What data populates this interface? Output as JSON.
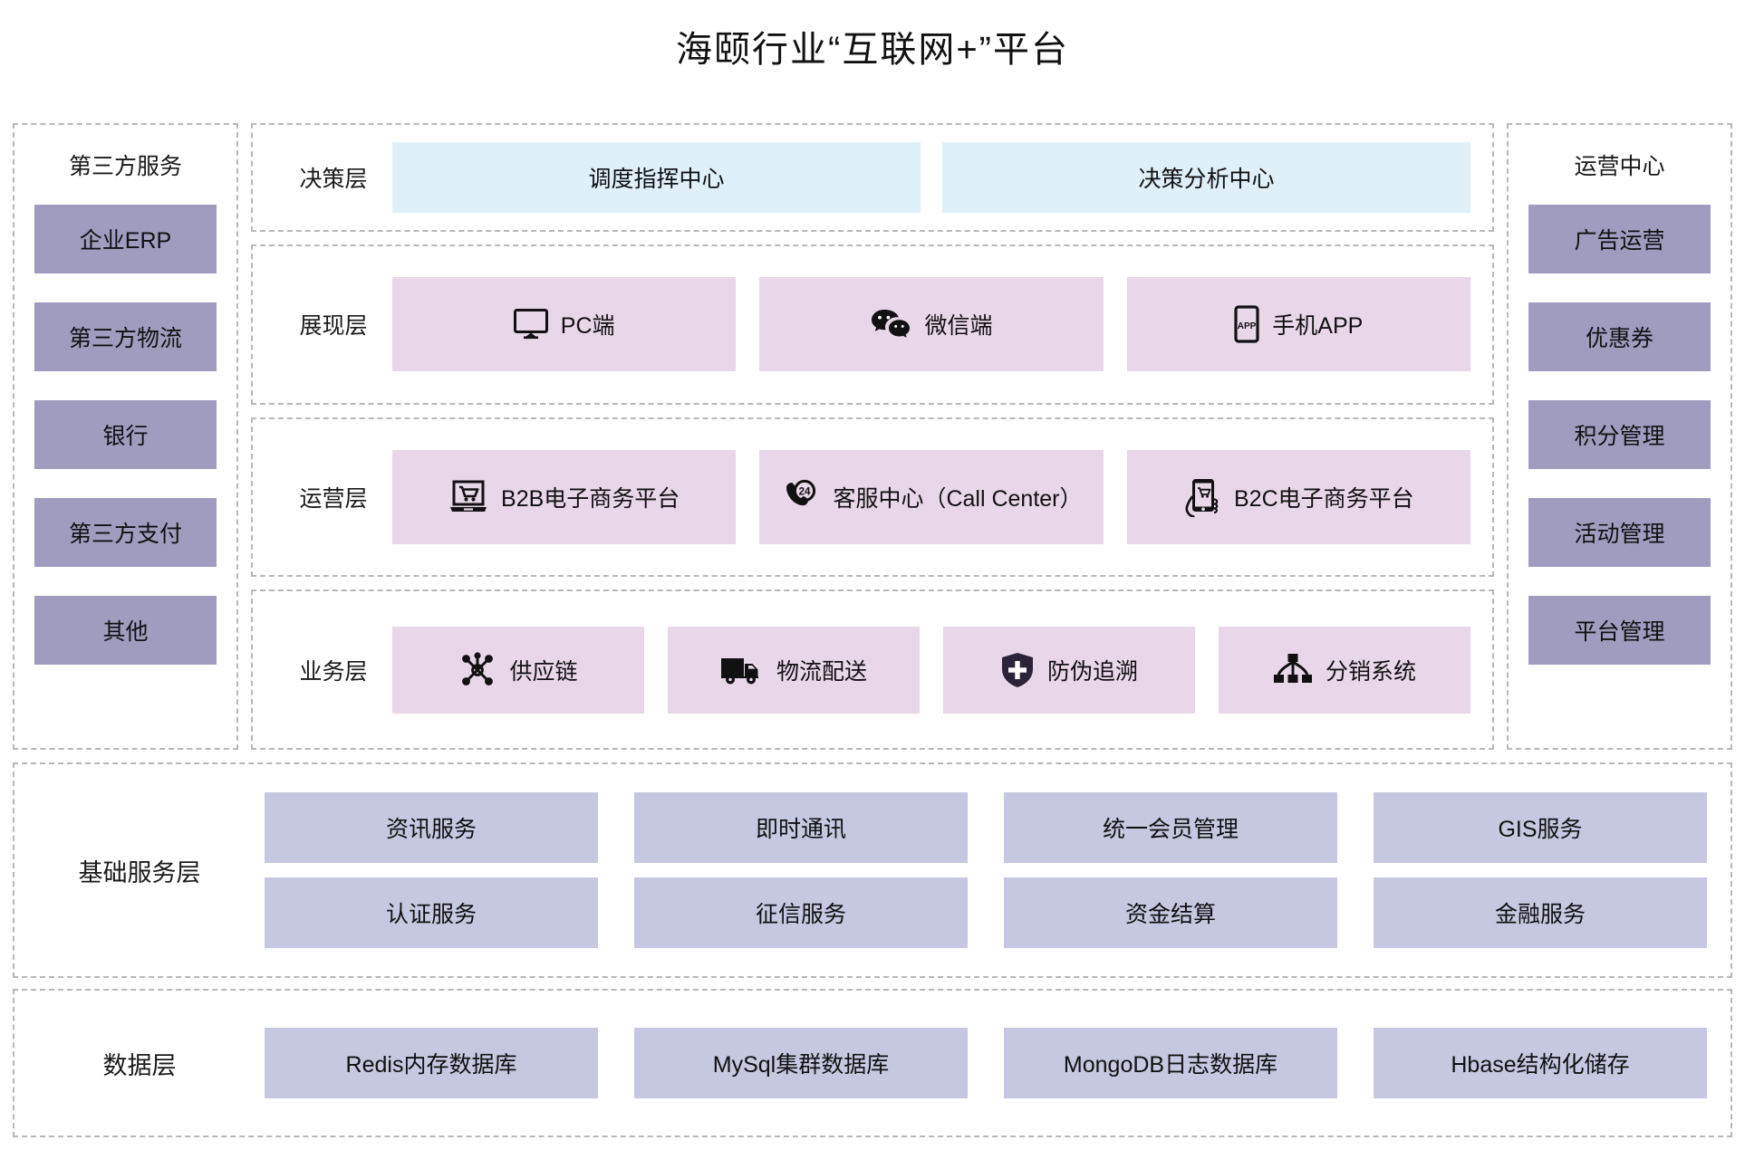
{
  "title": "海颐行业“互联网+”平台",
  "left_panel": {
    "title": "第三方服务",
    "items": [
      {
        "label": "企业ERP"
      },
      {
        "label": "第三方物流"
      },
      {
        "label": "银行"
      },
      {
        "label": "第三方支付"
      },
      {
        "label": "其他"
      }
    ]
  },
  "right_panel": {
    "title": "运营中心",
    "items": [
      {
        "label": "广告运营"
      },
      {
        "label": "优惠券"
      },
      {
        "label": "积分管理"
      },
      {
        "label": "活动管理"
      },
      {
        "label": "平台管理"
      }
    ]
  },
  "layers": {
    "decision": {
      "label": "决策层",
      "items": [
        {
          "label": "调度指挥中心",
          "icon": ""
        },
        {
          "label": "决策分析中心",
          "icon": ""
        }
      ]
    },
    "presentation": {
      "label": "展现层",
      "items": [
        {
          "label": "PC端",
          "icon": "monitor-icon"
        },
        {
          "label": "微信端",
          "icon": "wechat-icon"
        },
        {
          "label": "手机APP",
          "icon": "mobile-app-icon"
        }
      ]
    },
    "operation": {
      "label": "运营层",
      "items": [
        {
          "label": "B2B电子商务平台",
          "icon": "laptop-cart-icon"
        },
        {
          "label": "客服中心（Call Center）",
          "icon": "phone-24h-icon"
        },
        {
          "label": "B2C电子商务平台",
          "icon": "hand-phone-cart-icon"
        }
      ]
    },
    "business": {
      "label": "业务层",
      "items": [
        {
          "label": "供应链",
          "icon": "network-node-icon"
        },
        {
          "label": "物流配送",
          "icon": "truck-icon"
        },
        {
          "label": "防伪追溯",
          "icon": "shield-plus-icon"
        },
        {
          "label": "分销系统",
          "icon": "org-tree-icon"
        }
      ]
    },
    "basic_service": {
      "label": "基础服务层",
      "rows": [
        [
          {
            "label": "资讯服务"
          },
          {
            "label": "即时通讯"
          },
          {
            "label": "统一会员管理"
          },
          {
            "label": "GIS服务"
          }
        ],
        [
          {
            "label": "认证服务"
          },
          {
            "label": "征信服务"
          },
          {
            "label": "资金结算"
          },
          {
            "label": "金融服务"
          }
        ]
      ]
    },
    "data": {
      "label": "数据层",
      "items": [
        {
          "label": "Redis内存数据库"
        },
        {
          "label": "MySql集群数据库"
        },
        {
          "label": "MongoDB日志数据库"
        },
        {
          "label": "Hbase结构化储存"
        }
      ]
    }
  },
  "colors": {
    "decision_box": "#dff0fb",
    "layer_box": "#e8d7e8",
    "side_box": "#9f9cc0",
    "service_box": "#c5c8e0",
    "dashed_border": "#b8b8b8",
    "text": "#111111",
    "background": "#ffffff"
  }
}
